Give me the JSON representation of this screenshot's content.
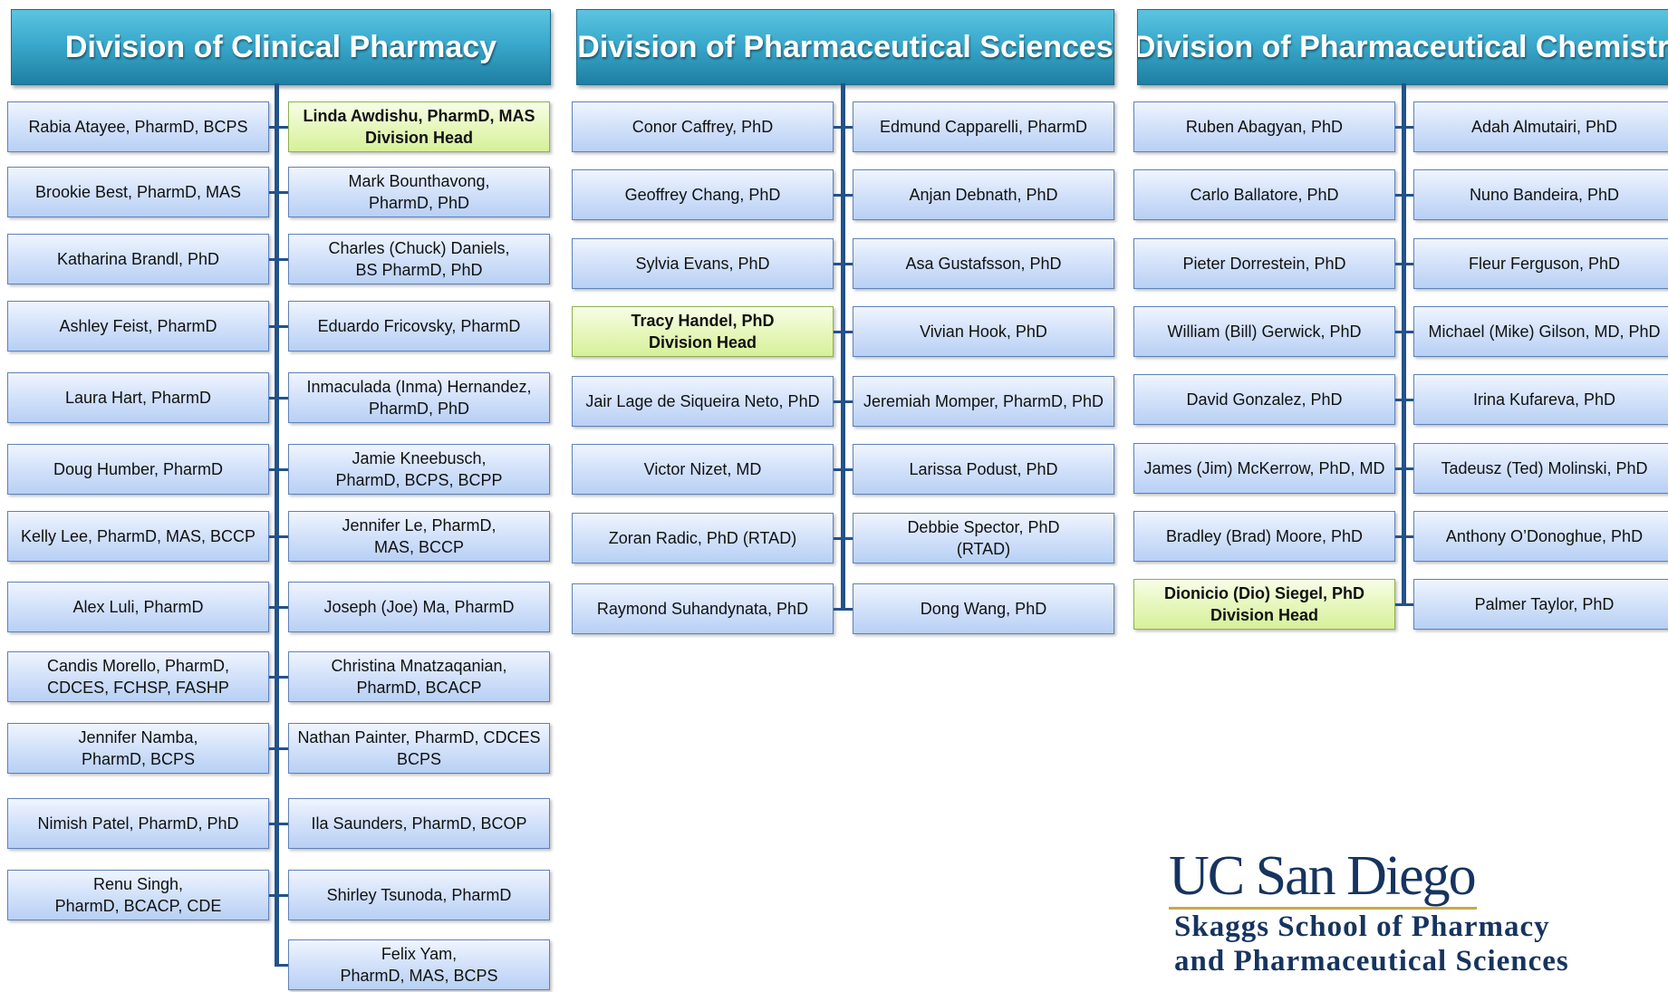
{
  "divisions": [
    {
      "title": "Division of Clinical Pharmacy",
      "left": [
        [
          "Rabia Atayee, PharmD, BCPS"
        ],
        [
          "Brookie Best, PharmD, MAS"
        ],
        [
          "Katharina Brandl, PhD"
        ],
        [
          "Ashley Feist, PharmD"
        ],
        [
          "Laura Hart, PharmD"
        ],
        [
          "Doug Humber, PharmD"
        ],
        [
          "Kelly Lee, PharmD, MAS, BCCP"
        ],
        [
          "Alex Luli, PharmD"
        ],
        [
          "Candis Morello, PharmD,",
          "CDCES, FCHSP, FASHP"
        ],
        [
          "Jennifer Namba,",
          "PharmD, BCPS"
        ],
        [
          "Nimish Patel, PharmD, PhD"
        ],
        [
          "Renu Singh,",
          "PharmD, BCACP, CDE"
        ]
      ],
      "right": [
        [
          "Linda Awdishu, PharmD, MAS",
          "Division Head"
        ],
        [
          "Mark Bounthavong,",
          "PharmD, PhD"
        ],
        [
          "Charles (Chuck) Daniels,",
          "BS PharmD, PhD"
        ],
        [
          "Eduardo Fricovsky, PharmD"
        ],
        [
          "Inmaculada (Inma) Hernandez,",
          "PharmD, PhD"
        ],
        [
          "Jamie Kneebusch,",
          "PharmD, BCPS, BCPP"
        ],
        [
          "Jennifer Le, PharmD,",
          "MAS, BCCP"
        ],
        [
          "Joseph (Joe) Ma, PharmD"
        ],
        [
          "Christina Mnatzaqanian,",
          "PharmD, BCACP"
        ],
        [
          "Nathan Painter, PharmD, CDCES",
          "BCPS"
        ],
        [
          "Ila Saunders, PharmD, BCOP"
        ],
        [
          "Shirley Tsunoda, PharmD"
        ],
        [
          "Felix Yam,",
          "PharmD, MAS, BCPS"
        ]
      ]
    },
    {
      "title": "Division of Pharmaceutical Sciences",
      "left": [
        [
          "Conor Caffrey, PhD"
        ],
        [
          "Geoffrey Chang, PhD"
        ],
        [
          "Sylvia Evans, PhD"
        ],
        [
          "Tracy Handel, PhD",
          "Division Head"
        ],
        [
          "Jair Lage de Siqueira Neto, PhD"
        ],
        [
          "Victor Nizet, MD"
        ],
        [
          "Zoran Radic, PhD (RTAD)"
        ],
        [
          "Raymond Suhandynata, PhD"
        ]
      ],
      "right": [
        [
          "Edmund Capparelli, PharmD"
        ],
        [
          "Anjan Debnath, PhD"
        ],
        [
          "Asa Gustafsson, PhD"
        ],
        [
          "Vivian Hook, PhD"
        ],
        [
          "Jeremiah Momper, PharmD, PhD"
        ],
        [
          "Larissa Podust, PhD"
        ],
        [
          "Debbie Spector, PhD",
          "(RTAD)"
        ],
        [
          "Dong Wang, PhD"
        ]
      ]
    },
    {
      "title": "Division of Pharmaceutical Chemistry",
      "left": [
        [
          "Ruben Abagyan, PhD"
        ],
        [
          "Carlo Ballatore, PhD"
        ],
        [
          "Pieter Dorrestein, PhD"
        ],
        [
          "William (Bill) Gerwick, PhD"
        ],
        [
          "David Gonzalez, PhD"
        ],
        [
          "James (Jim) McKerrow, PhD, MD"
        ],
        [
          "Bradley (Brad) Moore, PhD"
        ],
        [
          "Dionicio (Dio) Siegel, PhD",
          "Division Head"
        ]
      ],
      "right": [
        [
          "Adah Almutairi, PhD"
        ],
        [
          "Nuno Bandeira, PhD"
        ],
        [
          "Fleur Ferguson, PhD"
        ],
        [
          "Michael (Mike) Gilson, MD, PhD"
        ],
        [
          "Irina Kufareva, PhD"
        ],
        [
          "Tadeusz (Ted) Molinski, PhD"
        ],
        [
          "Anthony O’Donoghue, PhD"
        ],
        [
          "Palmer Taylor, PhD"
        ]
      ]
    }
  ],
  "logo": {
    "wordmark": "UC San Diego",
    "line1": "Skaggs School of Pharmacy",
    "line2": "and Pharmaceutical Sciences"
  },
  "colors": {
    "header": "#3aa9cc",
    "box": "#d5e3fa",
    "division_head_box": "#e7f7bd",
    "connector": "#23528a",
    "logo_text": "#16345f",
    "logo_rule": "#c8a84a"
  }
}
